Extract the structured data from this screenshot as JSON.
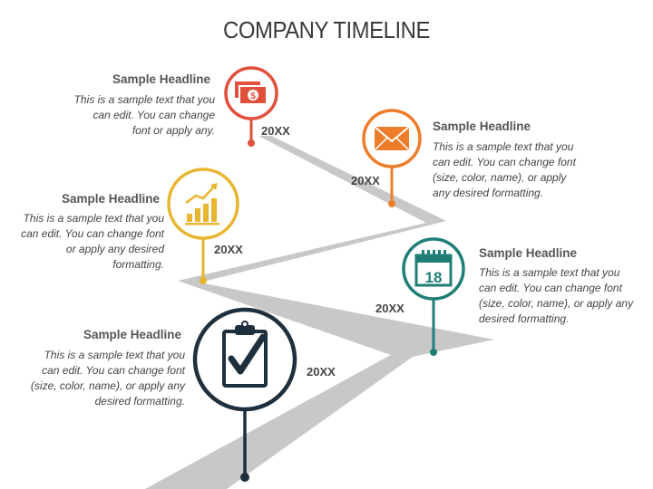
{
  "title": "COMPANY TIMELINE",
  "colors": {
    "road": "#c8c8c8",
    "red": "#e0503c",
    "orange": "#ee7d2b",
    "yellow": "#e8b530",
    "teal": "#1f7f77",
    "navy": "#1e2f3e"
  },
  "milestones": [
    {
      "headline": "Sample Headline",
      "text": "This is a sample text that you can edit. You can change font or apply any.",
      "date": "20XX",
      "icon": "money-icon"
    },
    {
      "headline": "Sample Headline",
      "text": "This is a sample text that you can edit. You can change font (size, color, name), or apply any desired formatting.",
      "date": "20XX",
      "icon": "envelope-icon"
    },
    {
      "headline": "Sample Headline",
      "text": "This is a sample text that you can edit. You can change font or apply any desired formatting.",
      "date": "20XX",
      "icon": "growth-chart-icon"
    },
    {
      "headline": "Sample Headline",
      "text": "This is a sample text that you can edit. You can change font (size, color, name), or apply any desired formatting.",
      "date": "20XX",
      "icon": "calendar-icon",
      "calendar_day": "18"
    },
    {
      "headline": "Sample Headline",
      "text": "This is a sample text that you can edit. You can change font (size, color, name), or apply any desired formatting.",
      "date": "20XX",
      "icon": "clipboard-check-icon"
    }
  ]
}
